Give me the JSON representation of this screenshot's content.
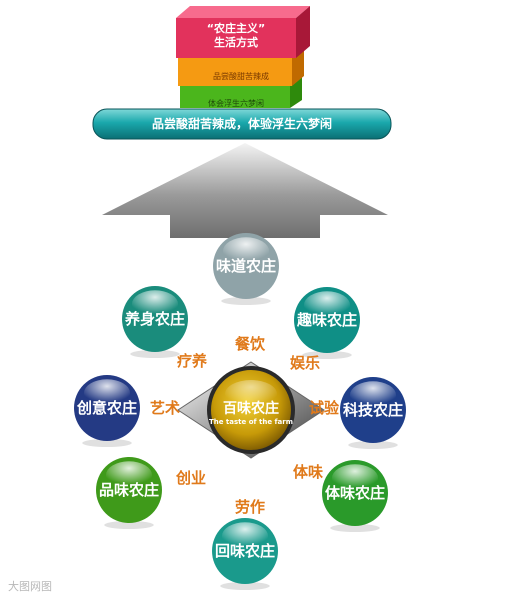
{
  "top_stack": {
    "box1_line1": "“农庄主义”",
    "box1_line2": "生活方式",
    "box2_text": "品尝酸甜苦辣成",
    "box3_text": "体会浮生六梦闲"
  },
  "banner_text": "品尝酸甜苦辣成，体验浮生六梦闲",
  "center": {
    "title": "百味农庄",
    "subtitle": "The taste of the farm"
  },
  "nodes": [
    {
      "label": "味道农庄",
      "color": "#8fa3a8"
    },
    {
      "label": "趣味农庄",
      "color": "#0f8f86"
    },
    {
      "label": "科技农庄",
      "color": "#1f3f8a"
    },
    {
      "label": "体味农庄",
      "color": "#2a9a2a"
    },
    {
      "label": "回味农庄",
      "color": "#1a9a8c"
    },
    {
      "label": "品味农庄",
      "color": "#3f9a1a"
    },
    {
      "label": "创意农庄",
      "color": "#243a84"
    },
    {
      "label": "养身农庄",
      "color": "#1a8c7c"
    }
  ],
  "link_labels": [
    "餐饮",
    "娱乐",
    "试验",
    "体味",
    "劳作",
    "创业",
    "艺术",
    "疗养"
  ],
  "watermark": "大图网图"
}
